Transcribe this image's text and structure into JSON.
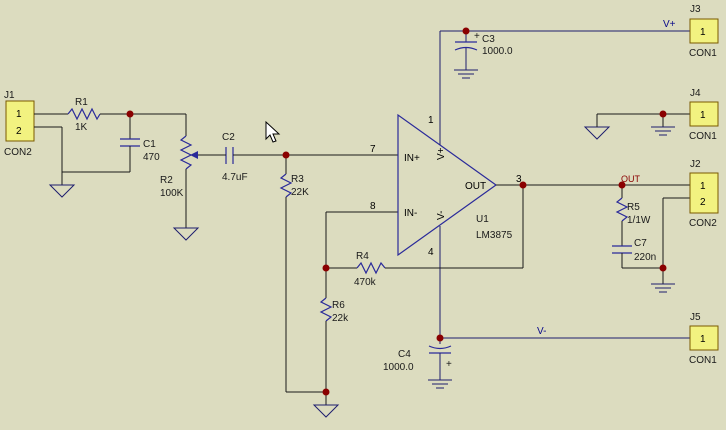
{
  "connectors": {
    "j1": {
      "ref": "J1",
      "type": "CON2",
      "pins": [
        "1",
        "2"
      ]
    },
    "j2": {
      "ref": "J2",
      "type": "CON2",
      "pins": [
        "1",
        "2"
      ]
    },
    "j3": {
      "ref": "J3",
      "type": "CON1",
      "pins": [
        "1"
      ]
    },
    "j4": {
      "ref": "J4",
      "type": "CON1",
      "pins": [
        "1"
      ]
    },
    "j5": {
      "ref": "J5",
      "type": "CON1",
      "pins": [
        "1"
      ]
    }
  },
  "components": {
    "r1": {
      "ref": "R1",
      "value": "1K"
    },
    "c1": {
      "ref": "C1",
      "value": "470"
    },
    "r2": {
      "ref": "R2",
      "value": "100K"
    },
    "c2": {
      "ref": "C2",
      "value": "4.7uF"
    },
    "r3": {
      "ref": "R3",
      "value": "22K"
    },
    "r4": {
      "ref": "R4",
      "value": "470k"
    },
    "r5": {
      "ref": "R5",
      "value": "1/1W"
    },
    "r6": {
      "ref": "R6",
      "value": "22k"
    },
    "c3": {
      "ref": "C3",
      "value": "1000.0"
    },
    "c4": {
      "ref": "C4",
      "value": "1000.0"
    },
    "c7": {
      "ref": "C7",
      "value": "220n"
    },
    "u1": {
      "ref": "U1",
      "value": "LM3875"
    }
  },
  "opamp_pins": {
    "in_plus": "IN+",
    "in_minus": "IN-",
    "out": "OUT",
    "v_plus": "V+",
    "v_minus": "V-",
    "pin1": "1",
    "pin3": "3",
    "pin4": "4",
    "pin7": "7",
    "pin8": "8"
  },
  "net_labels": {
    "vplus": "V+",
    "vminus": "V-",
    "out": "OUT"
  },
  "polarity": {
    "plus": "+"
  },
  "colors": {
    "background": "#dcdcbf",
    "wire": "#1a1a1a",
    "component": "#2a2a9a",
    "junction": "#8a0000",
    "connector_fill": "#f2f280"
  }
}
